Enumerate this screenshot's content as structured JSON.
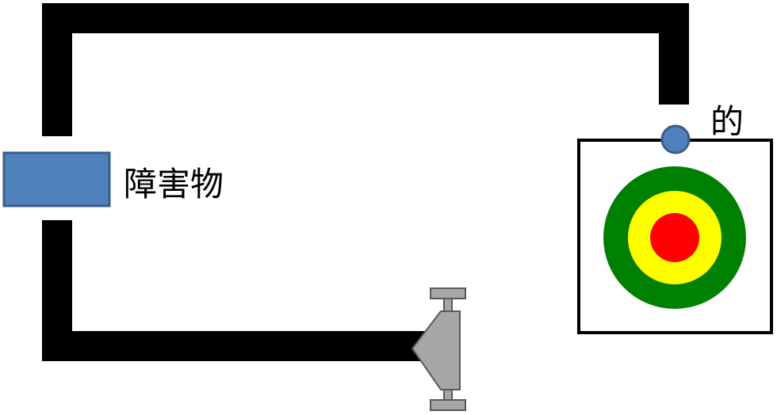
{
  "labels": {
    "obstacle": "障害物",
    "target": "的"
  },
  "colors": {
    "wall": "#000000",
    "obstacle": "#4f81bd",
    "obstacle_border": "#385d8a",
    "ring_outer": "#008000",
    "ring_middle": "#ffff00",
    "ring_inner": "#ff0000",
    "device": "#a6a6a6",
    "target_box": "#000000"
  },
  "icons": {
    "obstacle": "blue-rectangle",
    "target": "bullseye",
    "marker": "blue-circle-dot",
    "device": "gray-cart"
  }
}
